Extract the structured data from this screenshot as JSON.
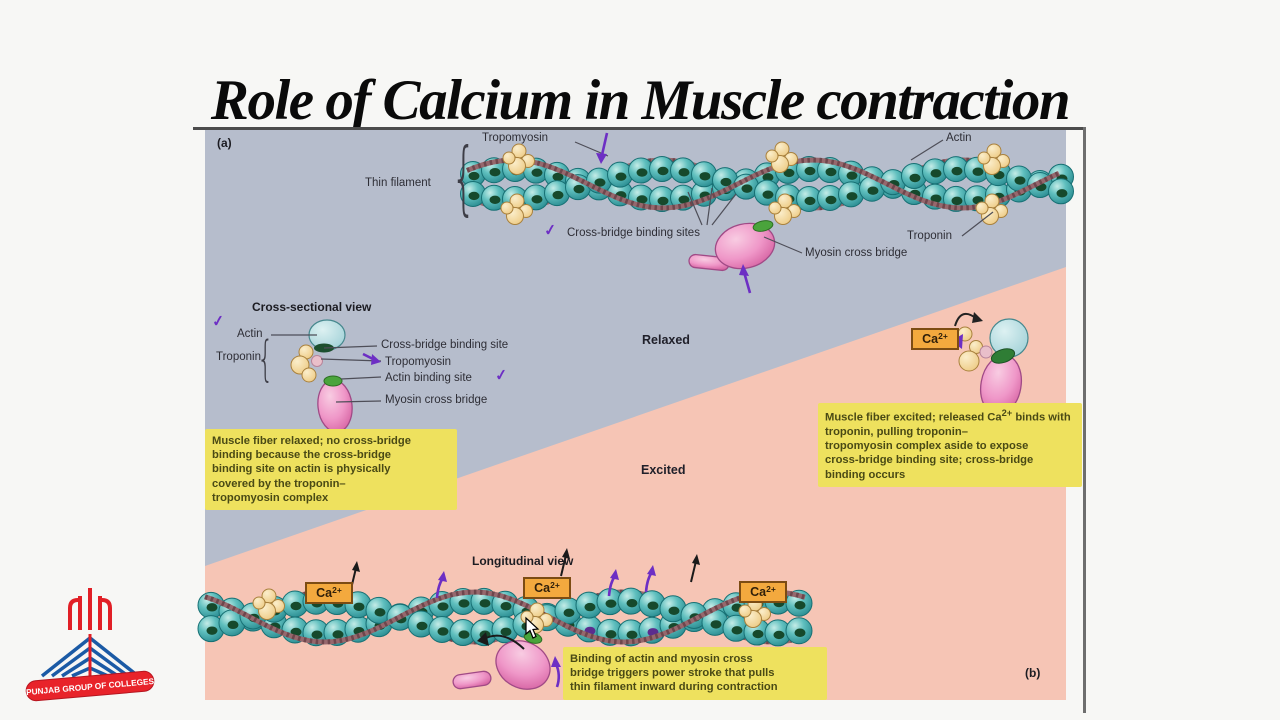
{
  "page": {
    "title": "Role of Calcium in Muscle contraction"
  },
  "panels": {
    "a": "(a)",
    "b": "(b)"
  },
  "icons": {
    "check": "✓",
    "brace": "{"
  },
  "labels": {
    "top": {
      "tropomyosin": "Tropomyosin",
      "actin": "Actin",
      "thin_filament": "Thin filament",
      "cross_bridge_binding_sites": "Cross-bridge binding sites",
      "troponin": "Troponin",
      "myosin_cross_bridge": "Myosin cross bridge"
    },
    "cross_section": {
      "heading": "Cross-sectional view",
      "actin": "Actin",
      "troponin": "Troponin",
      "cross_bridge_binding_site": "Cross-bridge binding site",
      "tropomyosin": "Tropomyosin",
      "actin_binding_site": "Actin binding site",
      "myosin_cross_bridge": "Myosin cross bridge"
    },
    "states": {
      "relaxed": "Relaxed",
      "excited": "Excited"
    },
    "longitudinal": {
      "heading": "Longitudinal view"
    },
    "ca": {
      "base": "Ca",
      "sup": "2+"
    }
  },
  "notes": {
    "relaxed": "Muscle fiber relaxed; no cross-bridge\nbinding because the cross-bridge\nbinding site on actin is physically\ncovered by the troponin–\ntropomyosin complex",
    "excited_before": "Muscle fiber excited; released Ca",
    "excited_sup": "2+",
    "excited_after": " binds with troponin, pulling troponin–\ntropomyosin complex aside to expose\ncross-bridge binding site; cross-bridge\nbinding occurs",
    "contraction": "Binding of actin and myosin cross\nbridge triggers power stroke that pulls\nthin filament inward during contraction"
  },
  "logo": {
    "banner": "PUNJAB GROUP OF COLLEGES"
  },
  "colors": {
    "relaxed_bg": "#b6bdcc",
    "excited_bg": "#f6c5b5",
    "note_bg": "#eee15e",
    "ca_badge_bg": "#f3a93e",
    "actin_sphere": "#5fbfbe",
    "binding_site_spot": "#16492c",
    "troponin_cluster": "#edca83",
    "tropomyosin_strand": "#96686d",
    "myosin": "#ef97c8",
    "annotation_purple": "#6d2fc4",
    "frame": "#4c4c4c",
    "logo_red": "#e8232a",
    "logo_blue": "#1b5aa5"
  }
}
